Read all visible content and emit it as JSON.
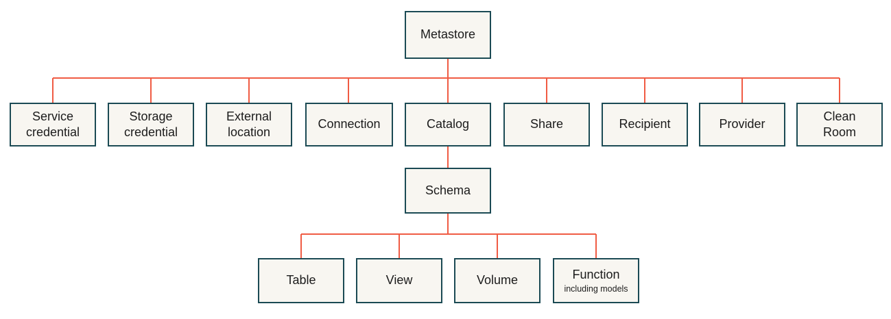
{
  "diagram": {
    "type": "tree",
    "description": "Metastore object hierarchy diagram",
    "root": {
      "label": "Metastore"
    },
    "metastore_children": [
      {
        "label": "Service credential"
      },
      {
        "label": "Storage credential"
      },
      {
        "label": "External location"
      },
      {
        "label": "Connection"
      },
      {
        "label": "Catalog"
      },
      {
        "label": "Share"
      },
      {
        "label": "Recipient"
      },
      {
        "label": "Provider"
      },
      {
        "label": "Clean Room"
      }
    ],
    "catalog_children": [
      {
        "label": "Schema"
      }
    ],
    "schema_children": [
      {
        "label": "Table"
      },
      {
        "label": "View"
      },
      {
        "label": "Volume"
      },
      {
        "label": "Function",
        "sublabel": "including models"
      }
    ],
    "colors": {
      "box_border": "#1b4a54",
      "box_fill": "#f8f6f1",
      "connector": "#f05b43",
      "text": "#1b1b1b",
      "background": "#ffffff"
    }
  }
}
